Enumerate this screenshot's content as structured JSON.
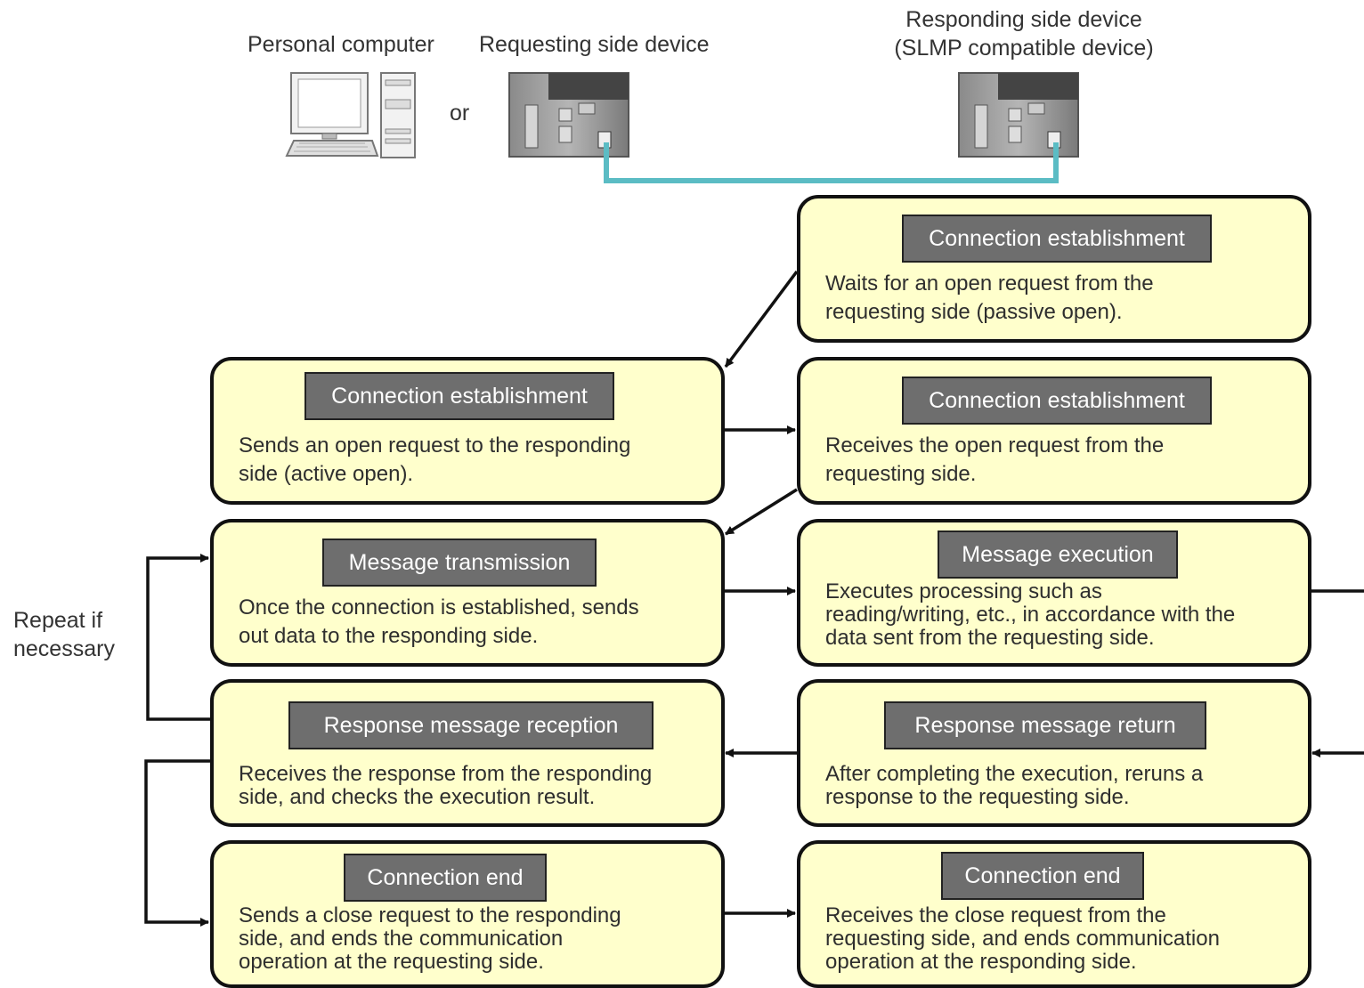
{
  "header": {
    "pc_label": "Personal computer",
    "requester_label": "Requesting side device",
    "or_label": "or",
    "responder_label_line1": "Responding side device",
    "responder_label_line2": "(SLMP compatible device)"
  },
  "side_note": {
    "line1": "Repeat if",
    "line2": "necessary"
  },
  "requesting_steps": [
    {
      "title": "Connection establishment",
      "lines": [
        "Sends an open request to the responding",
        "side (active  open)."
      ]
    },
    {
      "title": "Message transmission",
      "lines": [
        "Once the connection is established, sends",
        "out data to the responding side."
      ]
    },
    {
      "title": "Response message reception",
      "lines": [
        "Receives the response from the responding",
        "side, and checks the execution result."
      ]
    },
    {
      "title": "Connection end",
      "lines": [
        "Sends a close request to the responding",
        "side, and ends the communication",
        "operation at the requesting side."
      ]
    }
  ],
  "responding_steps": [
    {
      "title": "Connection establishment",
      "lines": [
        "Waits for an open request from the",
        "requesting side (passive open)."
      ]
    },
    {
      "title": "Connection establishment",
      "lines": [
        "Receives the open request from the",
        "requesting side."
      ]
    },
    {
      "title": "Message execution",
      "lines": [
        "Executes processing such as",
        "reading/writing, etc., in accordance with the",
        "data sent from the requesting side."
      ]
    },
    {
      "title": "Response message  return",
      "lines": [
        "After completing the execution, reruns a",
        "response to the requesting side."
      ]
    },
    {
      "title": "Connection end",
      "lines": [
        "Receives the close request from the",
        "requesting side, and ends communication",
        "operation at the responding side."
      ]
    }
  ],
  "colors": {
    "box_fill": "#ffffcc",
    "title_fill": "#6e6e6e",
    "cable": "#5bbcc4",
    "arrow": "#111111"
  }
}
